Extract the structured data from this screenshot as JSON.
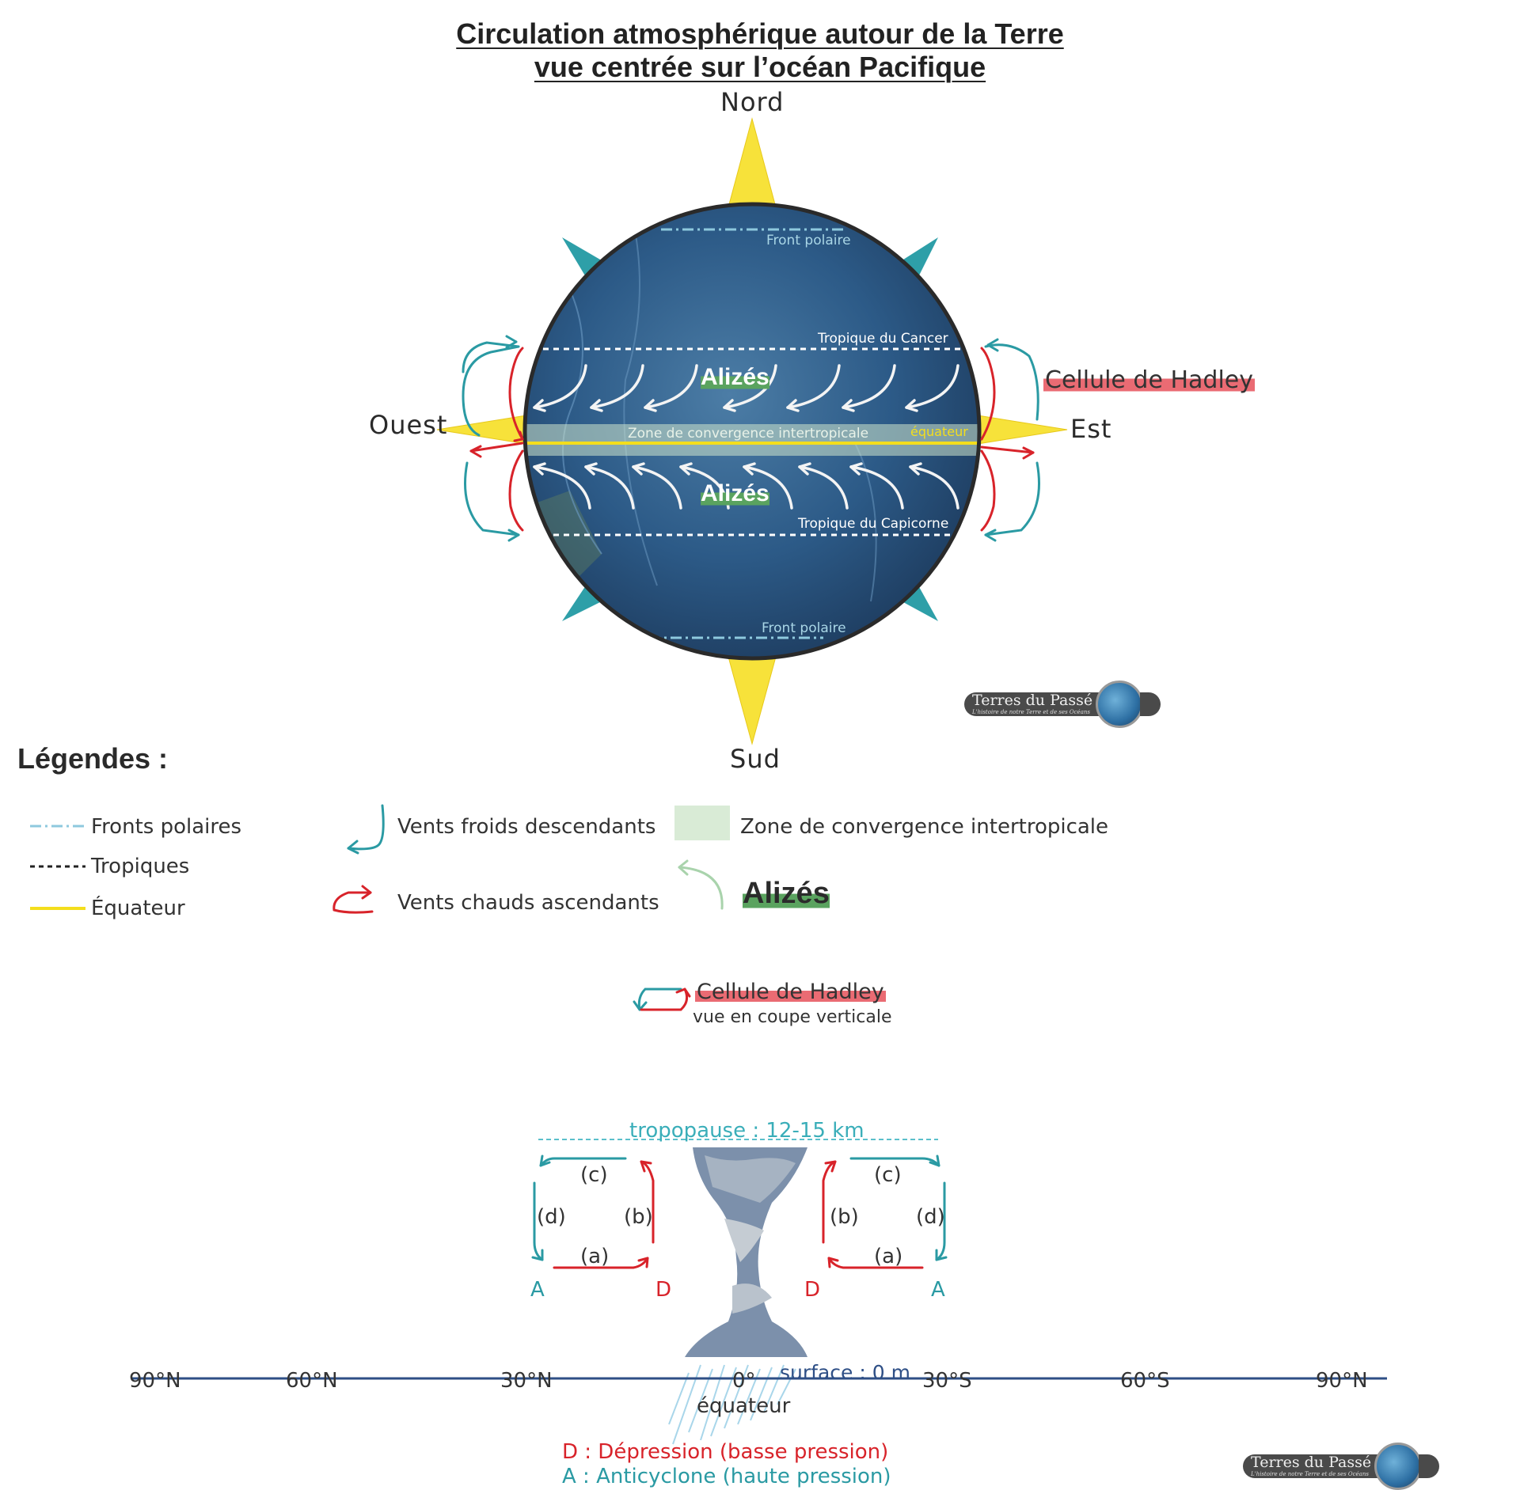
{
  "title": {
    "line1": "Circulation atmosphérique autour de la Terre",
    "line2": "vue centrée sur l’océan Pacifique"
  },
  "compass": {
    "north": "Nord",
    "south": "Sud",
    "west": "Ouest",
    "east": "Est"
  },
  "globe": {
    "front_polaire_north": "Front polaire",
    "front_polaire_south": "Front polaire",
    "tropique_cancer": "Tropique du Cancer",
    "tropique_capricorne": "Tropique du Capicorne",
    "itcz": "Zone de convergence intertropicale",
    "equateur": "équateur",
    "alizes_north": "Alizés",
    "alizes_south": "Alizés",
    "hadley": "Cellule de Hadley"
  },
  "logo": {
    "name": "Terres du Passé",
    "tagline": "L'histoire de notre Terre et de ses Océans"
  },
  "legend": {
    "heading": "Légendes :",
    "fronts": "Fronts polaires",
    "tropiques": "Tropiques",
    "equateur": "Équateur",
    "cold_winds": "Vents froids descendants",
    "warm_winds": "Vents chauds ascendants",
    "itcz": "Zone de convergence intertropicale",
    "alizes": "Alizés",
    "hadley_title": "Cellule de Hadley",
    "hadley_sub": "vue en coupe verticale"
  },
  "section": {
    "tropopause": "tropopause : 12-15 km",
    "surface": "surface : 0 m",
    "cell_labels": [
      "(c)",
      "(d)",
      "(b)",
      "(a)"
    ],
    "A": "A",
    "D": "D",
    "lat_ticks": [
      "90°N",
      "60°N",
      "30°N",
      "0°",
      "30°S",
      "60°S",
      "90°N"
    ],
    "equateur": "équateur",
    "depression": "D : Dépression (basse pression)",
    "anticyclone": "A : Anticyclone (haute pression)"
  },
  "colors": {
    "teal": "#2a9aa3",
    "red": "#d8232a",
    "yellow": "#f4de1c",
    "compass_yellow": "#f7e23a",
    "compass_teal": "#2e9fa8",
    "ocean": "#2c5a87",
    "itcz_green": "#cfe6cc",
    "hadley_red": "#ea6b73",
    "alizes_green": "#5aa35f",
    "front_blue": "#8ec9de",
    "surface_line": "#2e4f86"
  }
}
